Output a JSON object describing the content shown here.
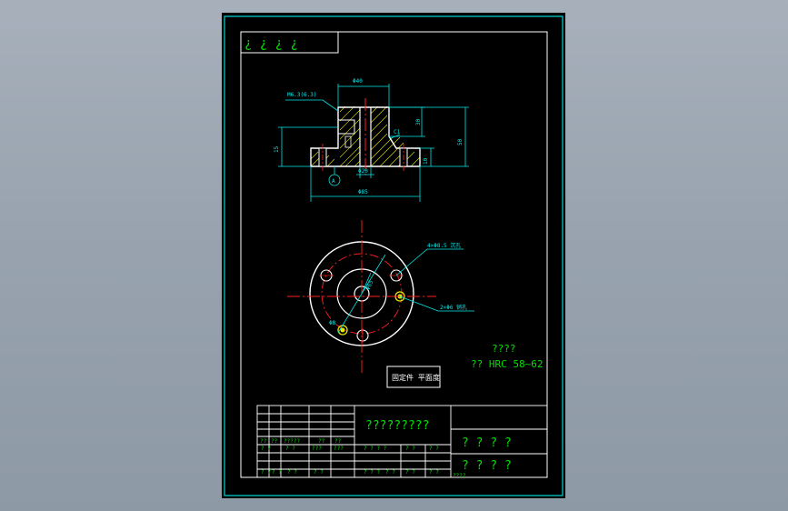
{
  "colors": {
    "paper": "#000000",
    "frame": "#ffffff",
    "frame_outer": "#00c8c8",
    "part": "#ffffff",
    "centerline": "#ff2020",
    "dimension": "#00e8e8",
    "hatch": "#e8e800",
    "text": "#00e000",
    "label_text": "#00e8e8"
  },
  "title_block": {
    "corner_marks": "¿ ¿ ¿ ¿",
    "drawing_name": "?????????",
    "spec_right_top": "? ? ? ?",
    "spec_right_bottom": "? ? ? ?",
    "bottom_note": "????",
    "rows": [
      [
        "??",
        "??",
        "?????",
        "??",
        "??"
      ],
      [
        "? ?",
        "? ?",
        "???",
        "???",
        "? ? ? ?",
        "? ?",
        "? ?"
      ],
      [
        "? ?",
        "? ?",
        "? ?",
        "? ?",
        "? ? ?",
        "? ?",
        "? ?",
        "? ?"
      ]
    ]
  },
  "notes": {
    "tech_title": "????",
    "tech_line": "?? HRC 58~62",
    "box_label": "固定件 平面度"
  },
  "dimensions": {
    "top_width": "Φ40",
    "left_callout": "M6.3(6.3)",
    "height_upper": "30",
    "height_total": "50",
    "left_height": "15",
    "flange_thk": "10",
    "bore": "Φ20",
    "flange_dia": "Φ85",
    "datum": "A",
    "chamfer": "C1",
    "hole_callout_top": "4×Φ8.5 沉孔",
    "hole_callout_right": "2×Φ6 销孔",
    "pcd": "Φ65",
    "small_dim": "Φ8"
  }
}
